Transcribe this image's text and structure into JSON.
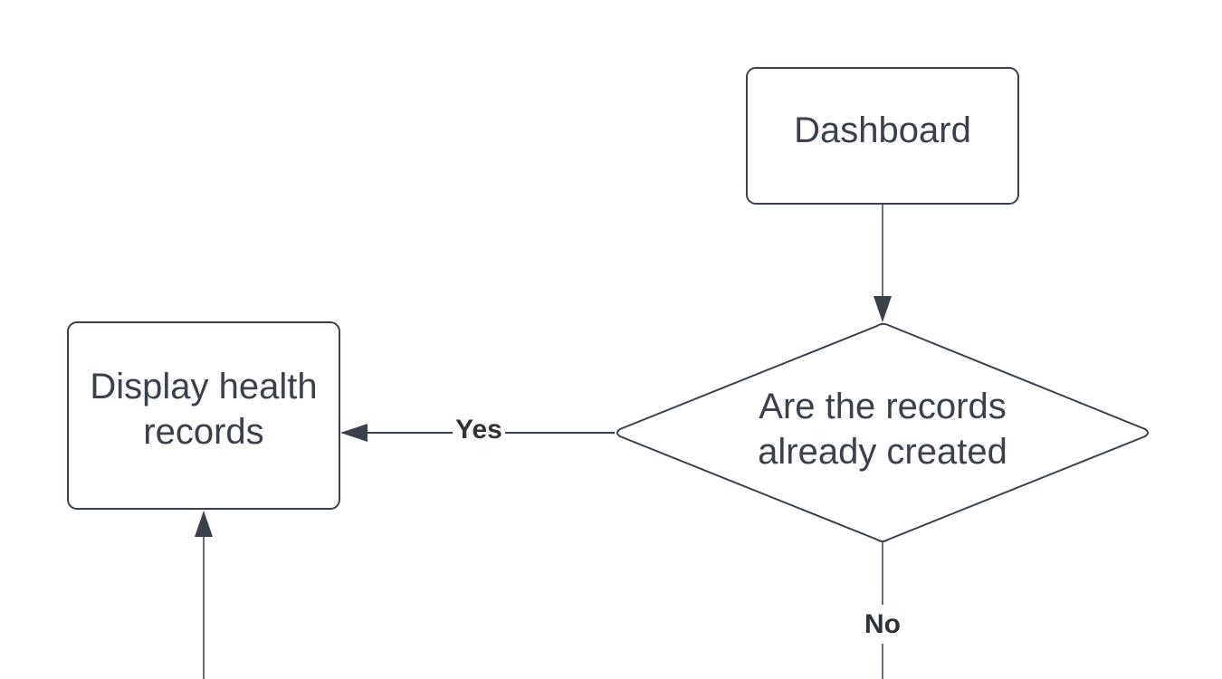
{
  "diagram": {
    "nodes": {
      "dashboard": {
        "label": "Dashboard"
      },
      "decision": {
        "line1": "Are the records",
        "line2": "already created"
      },
      "display": {
        "line1": "Display health",
        "line2": "records"
      }
    },
    "edges": {
      "yes": {
        "label": "Yes"
      },
      "no": {
        "label": "No"
      }
    },
    "colors": {
      "stroke": "#3a414a",
      "text": "#3a414a",
      "background": "#ffffff"
    }
  }
}
